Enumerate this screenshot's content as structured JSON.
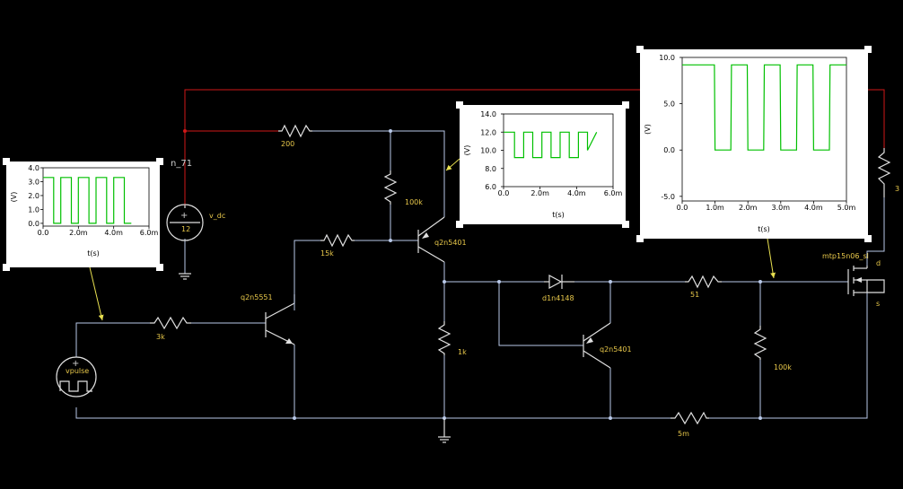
{
  "components": {
    "r200": "200",
    "r100k_top": "100k",
    "r15k": "15k",
    "r3k": "3k",
    "r1k": "1k",
    "r51": "51",
    "r100k_right": "100k",
    "r5m": "5m",
    "r3": "3",
    "q2n5551": "q2n5551",
    "q2n5401_top": "q2n5401",
    "q2n5401_bottom": "q2n5401",
    "diode": "d1n4148",
    "mosfet": "mtp15n06_sl",
    "mosfet_d": "d",
    "mosfet_s": "s",
    "vdc_name": "v_dc",
    "vdc_value": "12",
    "vdc_plus": "+",
    "vpulse_name": "vpulse",
    "vpulse_plus": "+",
    "net_label": "n_71"
  },
  "colors": {
    "wire": "#b8c8e8",
    "supply_wire": "#d01818",
    "label": "#e8c84a",
    "trace": "#00c000",
    "probe": "#e8e050"
  },
  "chart_data": [
    {
      "id": "plot-input",
      "type": "line",
      "ylabel": "(V)",
      "xlabel": "t(s)",
      "xlim": [
        0,
        0.006
      ],
      "ylim": [
        -0.2,
        4.0
      ],
      "xticks": [
        0,
        0.002,
        0.004,
        0.006
      ],
      "xtick_labels": [
        "0.0",
        "2.0m",
        "4.0m",
        "6.0m"
      ],
      "yticks": [
        0.0,
        1.0,
        2.0,
        3.0,
        4.0
      ],
      "ytick_labels": [
        "0.0",
        "1.0",
        "2.0",
        "3.0",
        "4.0"
      ],
      "series": [
        {
          "x": [
            0,
            0.0006,
            0.0006,
            0.001,
            0.001,
            0.0016,
            0.0016,
            0.002,
            0.002,
            0.0026,
            0.0026,
            0.003,
            0.003,
            0.0036,
            0.0036,
            0.004,
            0.004,
            0.0046,
            0.0046,
            0.005
          ],
          "y": [
            3.3,
            3.3,
            0,
            0,
            3.3,
            3.3,
            0,
            0,
            3.3,
            3.3,
            0,
            0,
            3.3,
            3.3,
            0,
            0,
            3.3,
            3.3,
            0,
            0
          ]
        }
      ]
    },
    {
      "id": "plot-middle",
      "type": "line",
      "ylabel": "(V)",
      "xlabel": "t(s)",
      "xlim": [
        0,
        0.006
      ],
      "ylim": [
        6.0,
        14.0
      ],
      "xticks": [
        0,
        0.002,
        0.004,
        0.006
      ],
      "xtick_labels": [
        "0.0",
        "2.0m",
        "4.0m",
        "6.0m"
      ],
      "yticks": [
        6.0,
        8.0,
        10.0,
        12.0,
        14.0
      ],
      "ytick_labels": [
        "6.0",
        "8.0",
        "10.0",
        "12.0",
        "14.0"
      ],
      "series": [
        {
          "x": [
            0,
            0.0006,
            0.0006,
            0.0011,
            0.0011,
            0.0016,
            0.0016,
            0.0021,
            0.0021,
            0.0026,
            0.0026,
            0.0031,
            0.0031,
            0.0036,
            0.0036,
            0.0041,
            0.0041,
            0.0046,
            0.0046,
            0.0051
          ],
          "y": [
            12.0,
            12.0,
            9.2,
            9.2,
            12.0,
            12.0,
            9.2,
            9.2,
            12.0,
            12.0,
            9.2,
            9.2,
            12.0,
            12.0,
            9.2,
            9.2,
            12.0,
            12.0,
            10.0,
            12.0
          ]
        }
      ]
    },
    {
      "id": "plot-output",
      "type": "line",
      "ylabel": "(V)",
      "xlabel": "t(s)",
      "xlim": [
        0,
        0.005
      ],
      "ylim": [
        -5.5,
        10.0
      ],
      "xticks": [
        0,
        0.001,
        0.002,
        0.003,
        0.004,
        0.005
      ],
      "xtick_labels": [
        "0.0",
        "1.0m",
        "2.0m",
        "3.0m",
        "4.0m",
        "5.0m"
      ],
      "yticks": [
        -5.0,
        0.0,
        5.0,
        10.0
      ],
      "ytick_labels": [
        "-5.0",
        "0.0",
        "5.0",
        "10.0"
      ],
      "series": [
        {
          "x": [
            0,
            0.00098,
            0.001,
            0.00148,
            0.0015,
            0.00198,
            0.002,
            0.00248,
            0.0025,
            0.00298,
            0.003,
            0.00348,
            0.0035,
            0.00398,
            0.004,
            0.00448,
            0.0045,
            0.005
          ],
          "y": [
            9.2,
            9.2,
            0.0,
            0.0,
            9.2,
            9.2,
            0.0,
            0.0,
            9.2,
            9.2,
            0.0,
            0.0,
            9.2,
            9.2,
            0.0,
            0.0,
            9.2,
            9.2
          ]
        }
      ]
    }
  ]
}
